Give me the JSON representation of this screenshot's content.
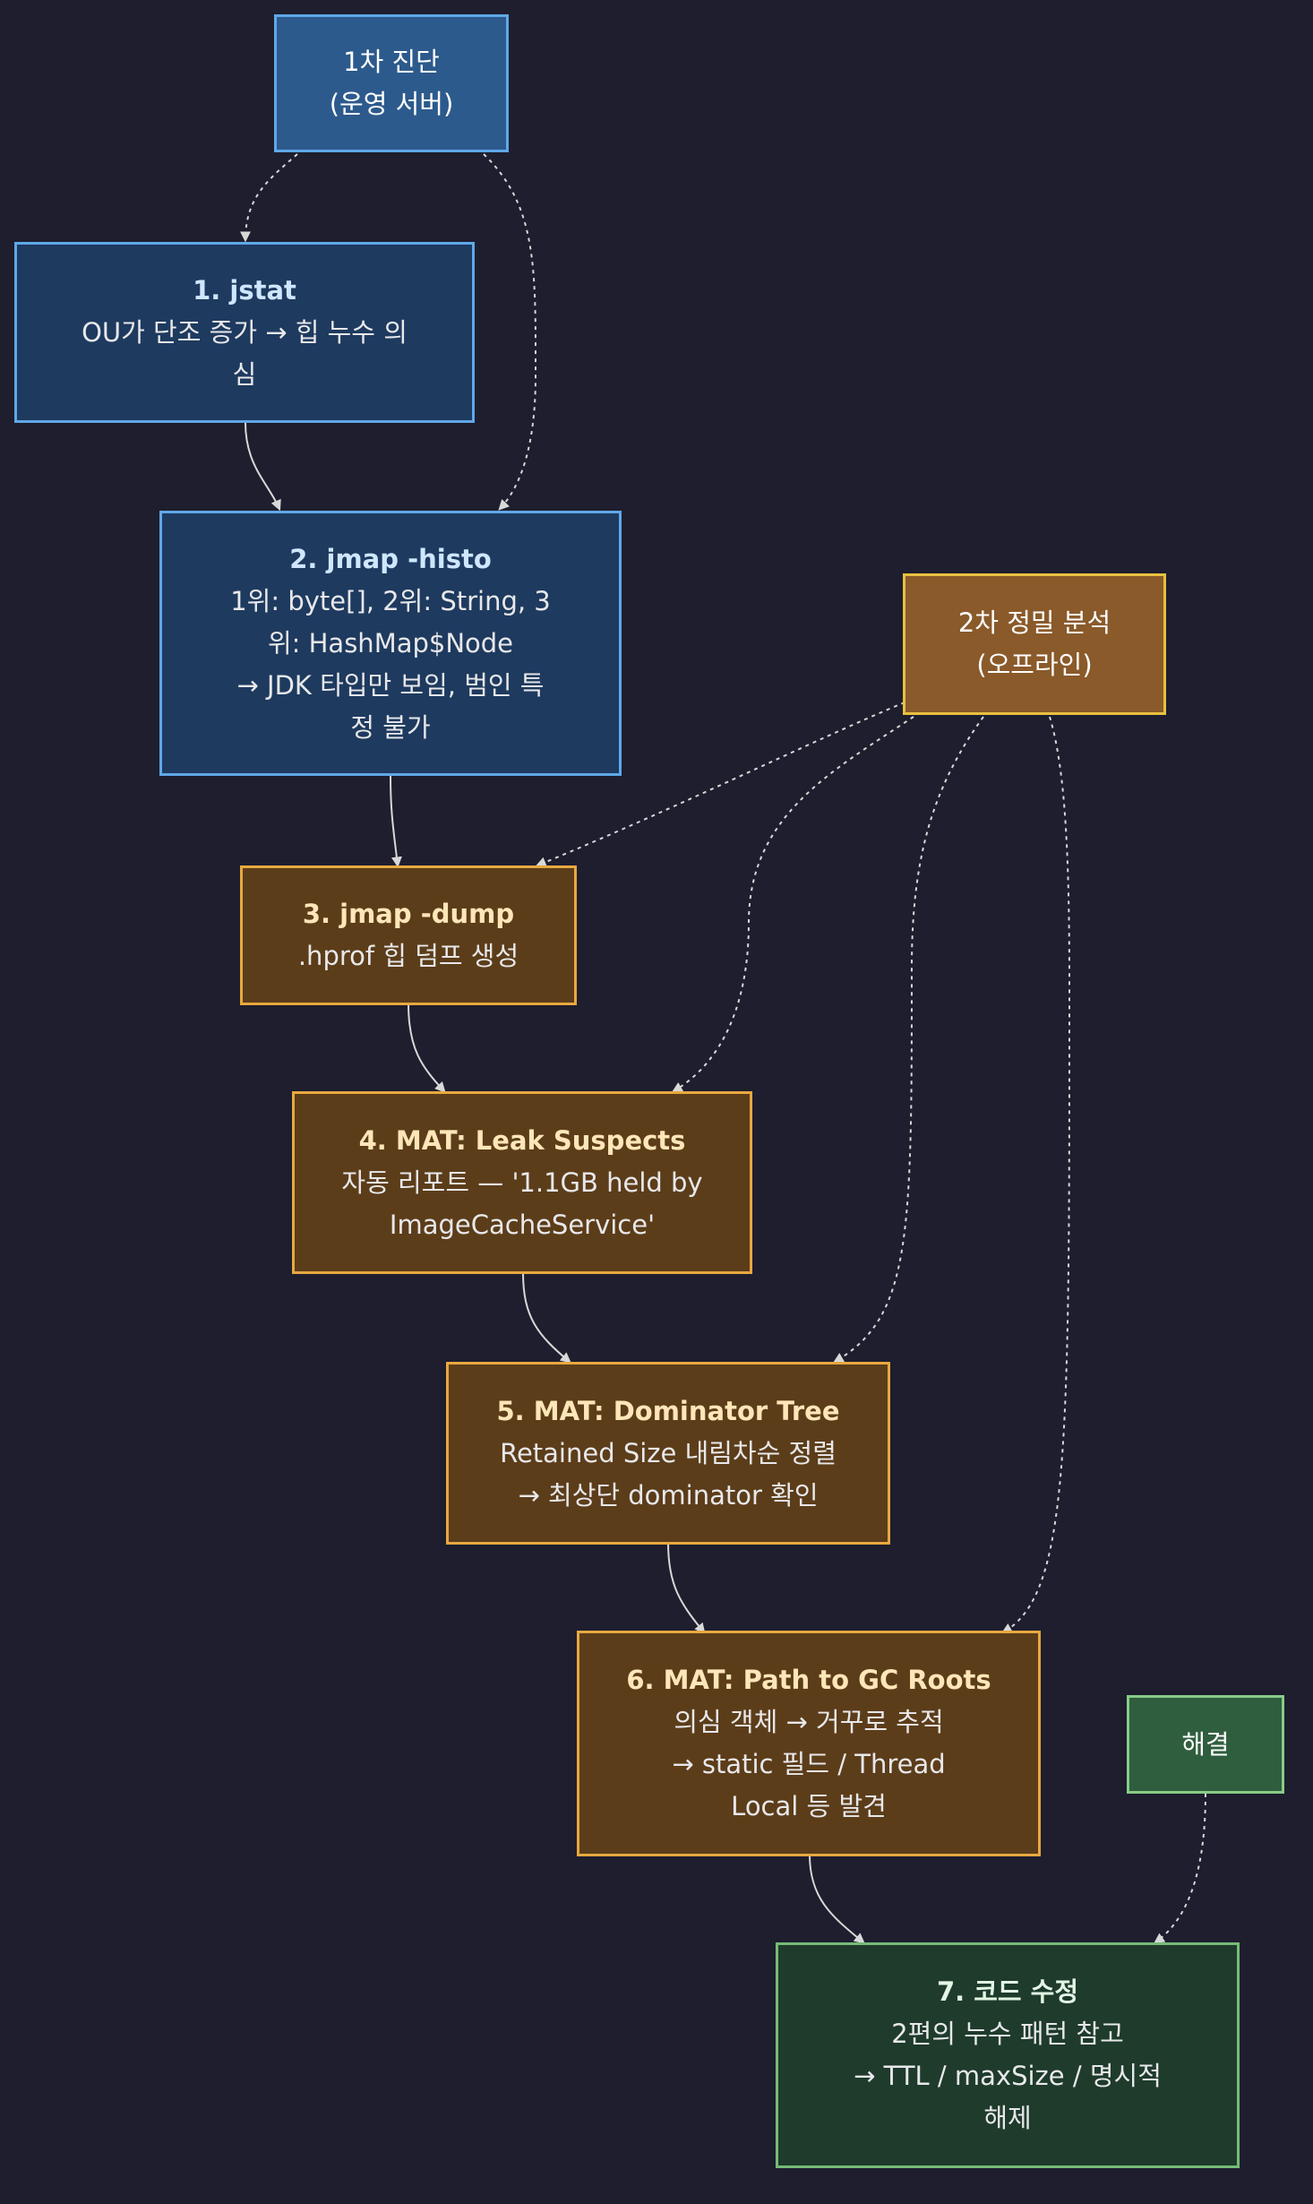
{
  "nodes": {
    "phase1": {
      "line1": "1차 진단",
      "line2": "(운영 서버)"
    },
    "step1": {
      "title": "1. jstat",
      "line1": "OU가 단조 증가 → 힙 누수 의",
      "line2": "심"
    },
    "step2": {
      "title": "2. jmap -histo",
      "line1": "1위: byte[], 2위: String, 3",
      "line2": "위: HashMap$Node",
      "line3": "→ JDK 타입만 보임, 범인 특",
      "line4": "정 불가"
    },
    "phase2": {
      "line1": "2차 정밀 분석",
      "line2": "(오프라인)"
    },
    "step3": {
      "title": "3. jmap -dump",
      "line1": ".hprof 힙 덤프 생성"
    },
    "step4": {
      "title": "4. MAT: Leak Suspects",
      "line1": "자동 리포트 — '1.1GB held by",
      "line2": "ImageCacheService'"
    },
    "step5": {
      "title": "5. MAT: Dominator Tree",
      "line1": "Retained Size 내림차순 정렬",
      "line2": "→ 최상단 dominator 확인"
    },
    "step6": {
      "title": "6. MAT: Path to GC Roots",
      "line1": "의심 객체 → 거꾸로 추적",
      "line2": "→ static 필드 / Thread",
      "line3": "Local 등 발견"
    },
    "resolve": {
      "line1": "해결"
    },
    "step7": {
      "title": "7. 코드 수정",
      "line1": "2편의 누수 패턴 참고",
      "line2": "→ TTL / maxSize / 명시적",
      "line3": "해제"
    }
  },
  "colors": {
    "background": "#1e1e2e",
    "edge": "#cccccc",
    "blue_border": "#5fa8e8",
    "orange_border": "#e8a840",
    "green_border": "#77bb77"
  }
}
